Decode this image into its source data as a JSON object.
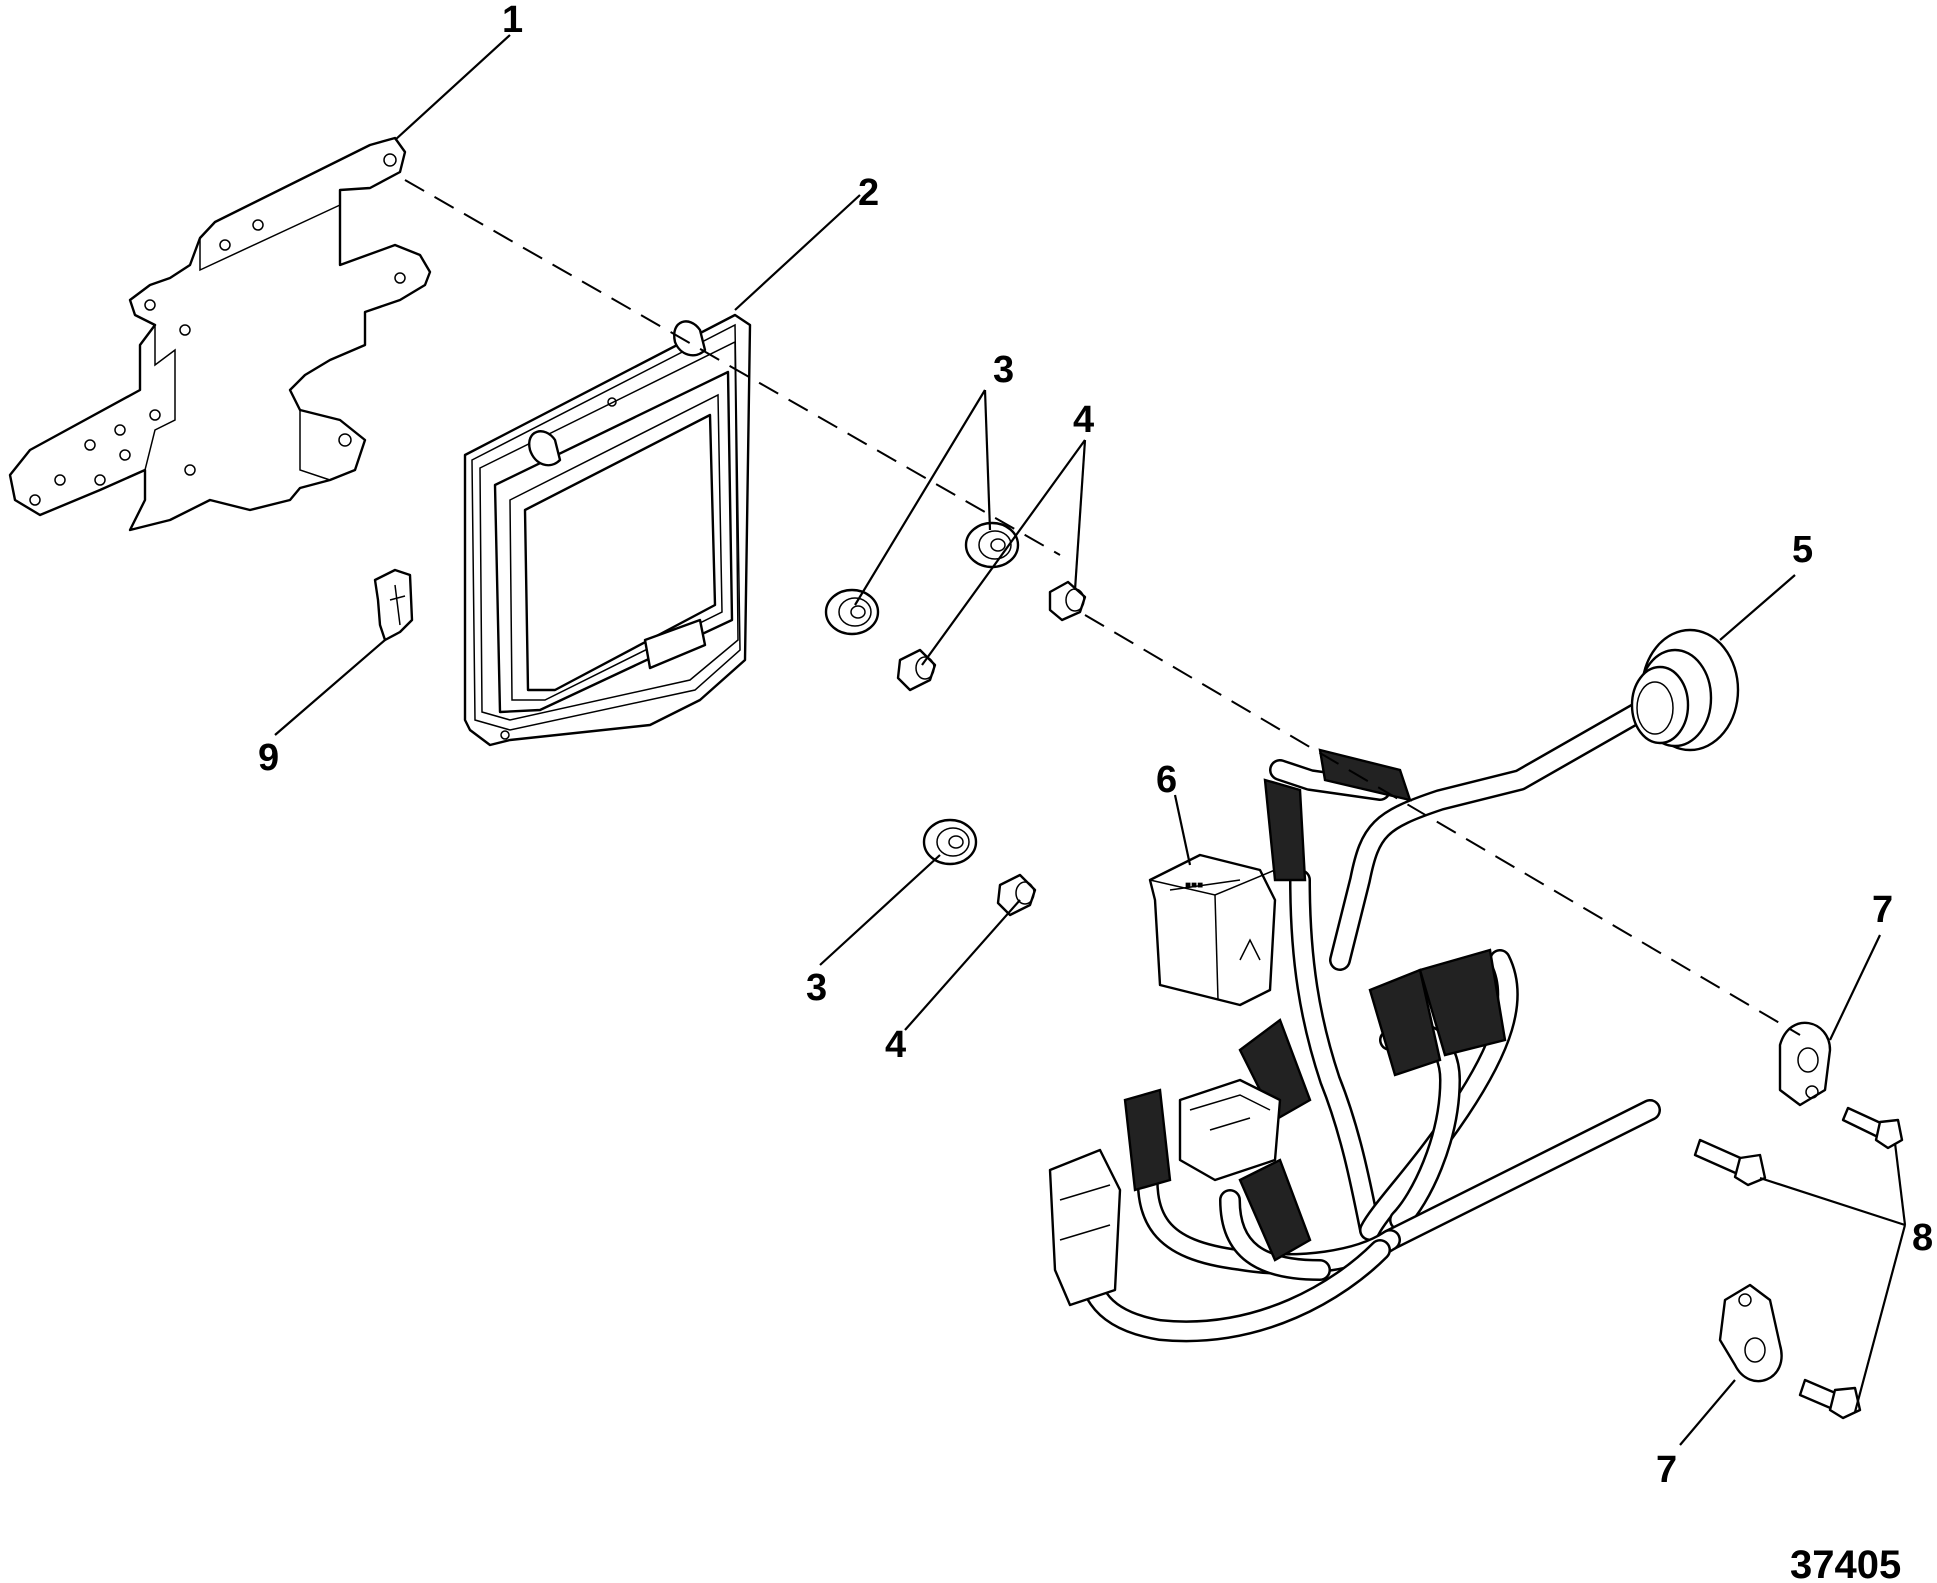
{
  "figure_number": "37405",
  "callouts": [
    {
      "id": "c1",
      "label": "1"
    },
    {
      "id": "c2",
      "label": "2"
    },
    {
      "id": "c3a",
      "label": "3"
    },
    {
      "id": "c4a",
      "label": "4"
    },
    {
      "id": "c5",
      "label": "5"
    },
    {
      "id": "c6",
      "label": "6"
    },
    {
      "id": "c3b",
      "label": "3"
    },
    {
      "id": "c4b",
      "label": "4"
    },
    {
      "id": "c7a",
      "label": "7"
    },
    {
      "id": "c8",
      "label": "8"
    },
    {
      "id": "c9",
      "label": "9"
    },
    {
      "id": "c7b",
      "label": "7"
    }
  ]
}
